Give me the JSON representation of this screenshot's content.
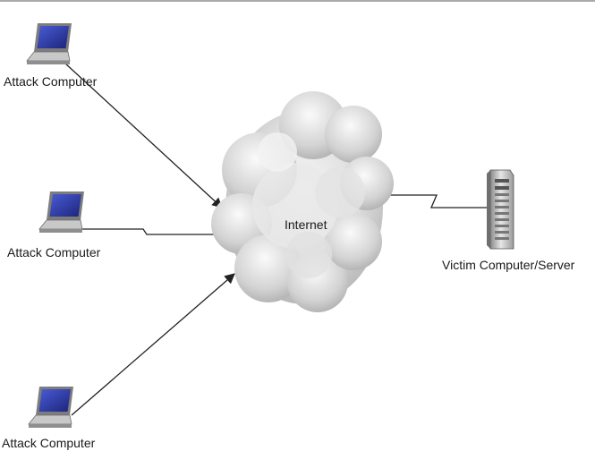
{
  "nodes": {
    "attack_1": {
      "label": "Attack Computer",
      "icon": "laptop-icon"
    },
    "attack_2": {
      "label": "Attack Computer",
      "icon": "laptop-icon"
    },
    "attack_3": {
      "label": "Attack Computer",
      "icon": "laptop-icon"
    },
    "internet": {
      "label": "Internet",
      "icon": "cloud-icon"
    },
    "victim": {
      "label": "Victim Computer/Server",
      "icon": "server-tower-icon"
    }
  },
  "edges": [
    {
      "from": "attack_1",
      "to": "internet",
      "style": "arrow"
    },
    {
      "from": "attack_2",
      "to": "internet",
      "style": "zigzag-line"
    },
    {
      "from": "attack_3",
      "to": "internet",
      "style": "arrow"
    },
    {
      "from": "internet",
      "to": "victim",
      "style": "zigzag-line"
    }
  ],
  "colors": {
    "line": "#222222",
    "cloud_light": "#f2f2f2",
    "cloud_shade": "#bdbdbd",
    "laptop_screen": "#2b3aa6",
    "laptop_body": "#c8c8c8",
    "server_body": "#d9d9d9"
  }
}
